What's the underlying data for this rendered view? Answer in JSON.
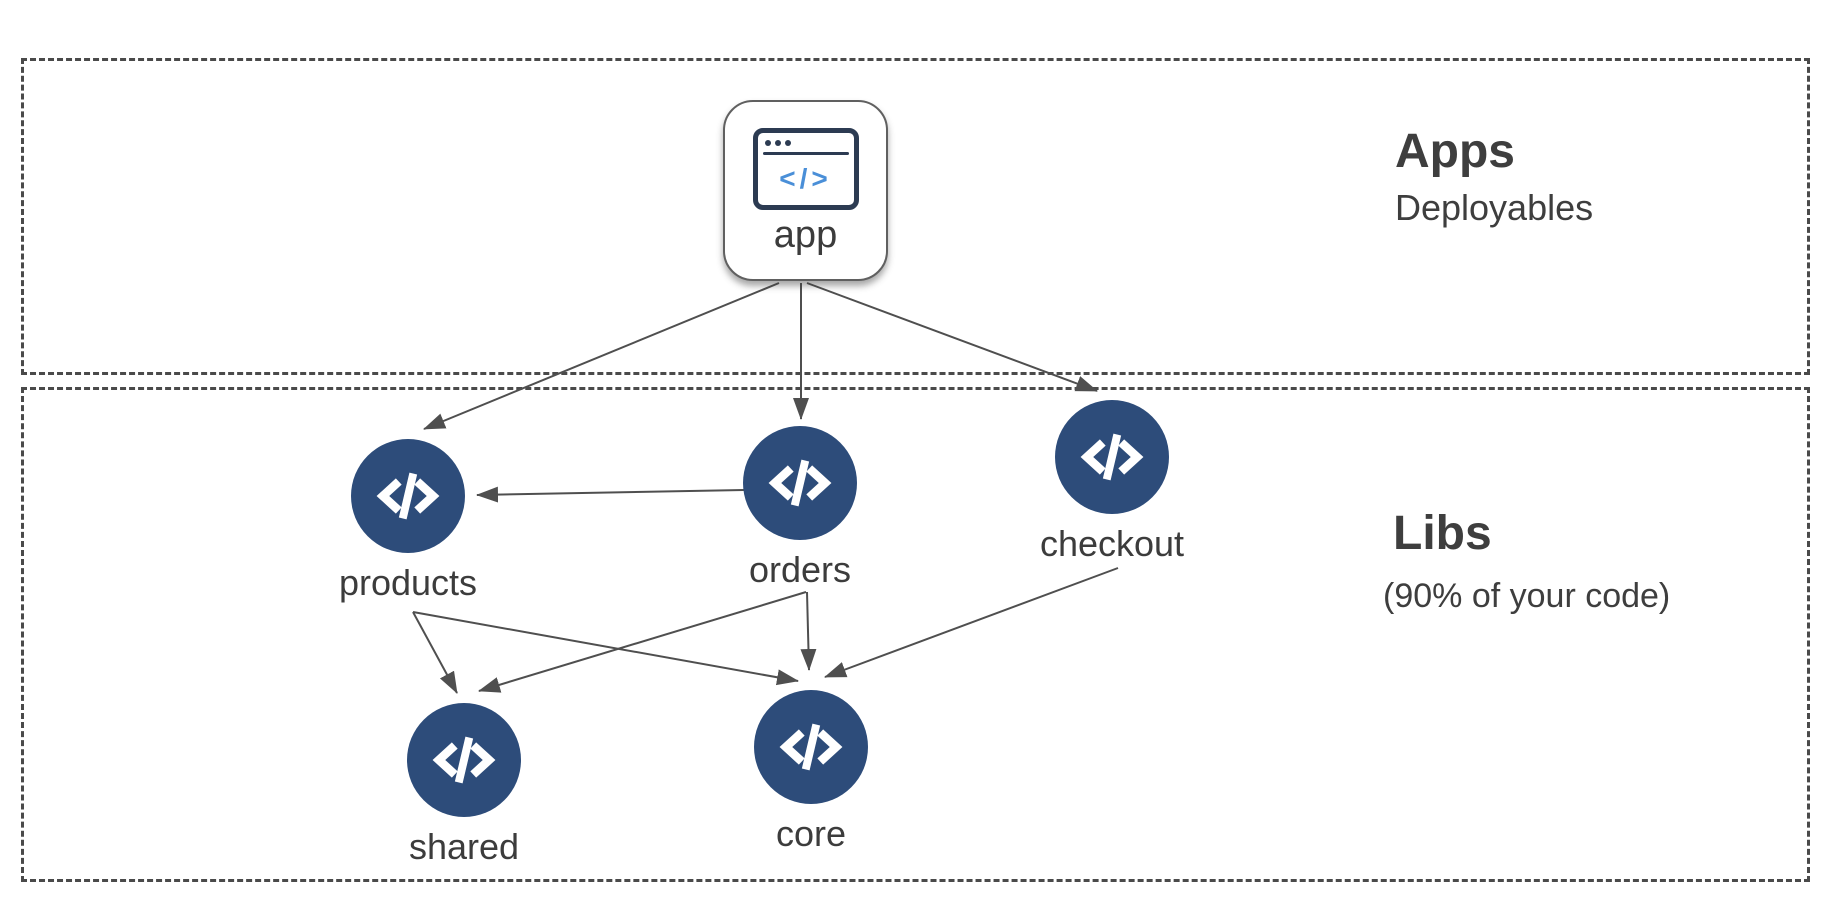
{
  "sections": {
    "apps": {
      "title": "Apps",
      "subtitle": "Deployables"
    },
    "libs": {
      "title": "Libs",
      "subtitle": "(90% of your code)"
    }
  },
  "diagram": {
    "app_node": {
      "id": "app",
      "label": "app",
      "icon": "browser-code-icon"
    },
    "lib_nodes": [
      {
        "id": "products",
        "label": "products",
        "icon": "code-icon"
      },
      {
        "id": "orders",
        "label": "orders",
        "icon": "code-icon"
      },
      {
        "id": "checkout",
        "label": "checkout",
        "icon": "code-icon"
      },
      {
        "id": "shared",
        "label": "shared",
        "icon": "code-icon"
      },
      {
        "id": "core",
        "label": "core",
        "icon": "code-icon"
      }
    ],
    "edges": [
      {
        "from": "app",
        "to": "products"
      },
      {
        "from": "app",
        "to": "orders"
      },
      {
        "from": "app",
        "to": "checkout"
      },
      {
        "from": "orders",
        "to": "products"
      },
      {
        "from": "products",
        "to": "shared"
      },
      {
        "from": "products",
        "to": "core"
      },
      {
        "from": "orders",
        "to": "shared"
      },
      {
        "from": "orders",
        "to": "core"
      },
      {
        "from": "checkout",
        "to": "core"
      }
    ]
  },
  "colors": {
    "node_fill": "#2d4c7a",
    "node_glyph": "#ffffff",
    "arrow": "#4f4f4f",
    "dashed_border": "#4a4a4a",
    "text": "#3e3e3e",
    "browser_icon_border": "#2c3b52",
    "browser_icon_code": "#4a8fd8"
  }
}
